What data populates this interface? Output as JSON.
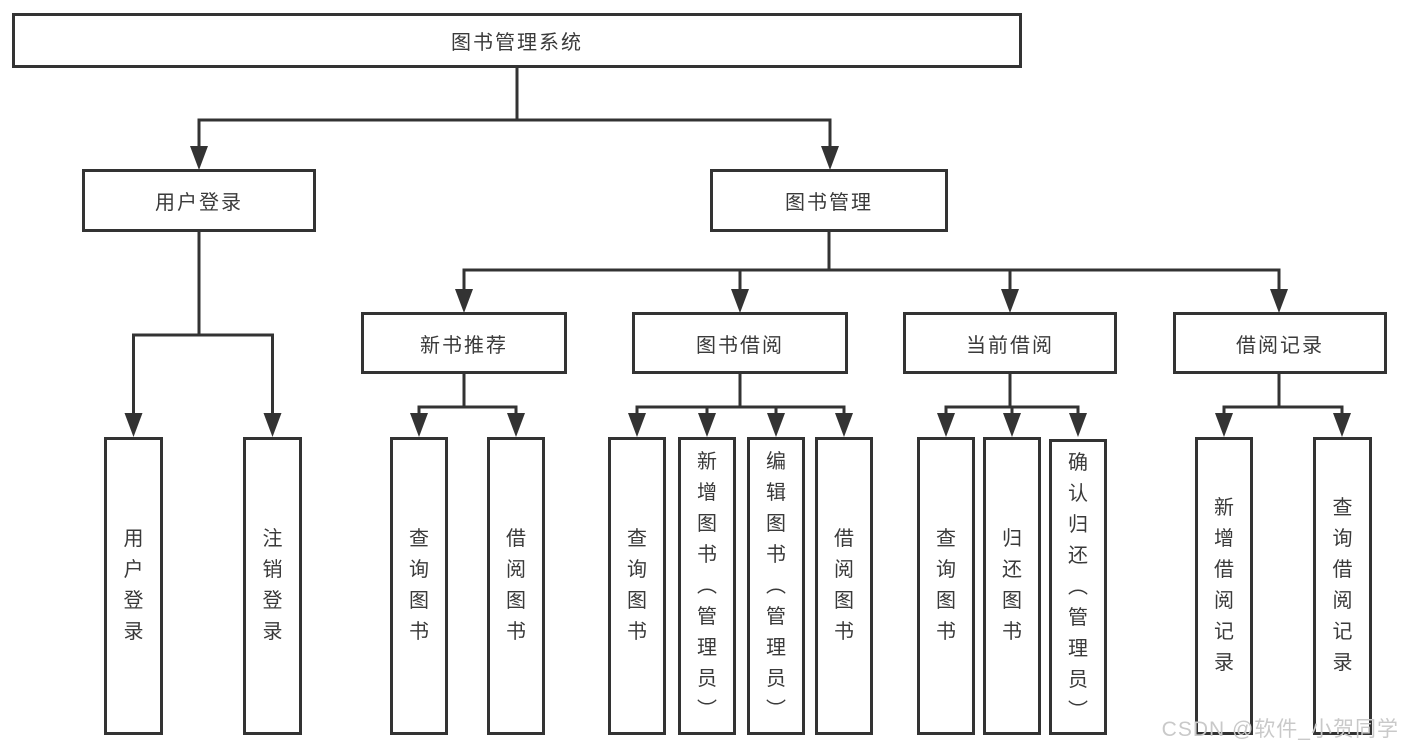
{
  "watermark": "CSDN @软件_小贺同学",
  "colors": {
    "line": "#333333",
    "text": "#3a3a3a",
    "watermark_gray": "#c9c9c9",
    "background": "#ffffff"
  },
  "nodes": {
    "root": {
      "label": "图书管理系统"
    },
    "user_login": {
      "label": "用户登录"
    },
    "book_management": {
      "label": "图书管理"
    },
    "new_book_recommend": {
      "label": "新书推荐"
    },
    "book_borrow": {
      "label": "图书借阅"
    },
    "current_borrow": {
      "label": "当前借阅"
    },
    "borrow_records": {
      "label": "借阅记录"
    },
    "leaf_user_login": {
      "label": "用户登录"
    },
    "leaf_logout": {
      "label": "注销登录"
    },
    "leaf_query_books_recommend": {
      "label": "查询图书"
    },
    "leaf_borrow_books_recommend": {
      "label": "借阅图书"
    },
    "leaf_query_books_borrow": {
      "label": "查询图书"
    },
    "leaf_add_books_admin": {
      "label": "新增图书（管理员）"
    },
    "leaf_edit_books_admin": {
      "label": "编辑图书（管理员）"
    },
    "leaf_borrow_books_borrow": {
      "label": "借阅图书"
    },
    "leaf_query_books_current": {
      "label": "查询图书"
    },
    "leaf_return_books": {
      "label": "归还图书"
    },
    "leaf_confirm_return_admin": {
      "label": "确认归还（管理员）"
    },
    "leaf_add_borrow_record": {
      "label": "新增借阅记录"
    },
    "leaf_query_borrow_record": {
      "label": "查询借阅记录"
    }
  }
}
